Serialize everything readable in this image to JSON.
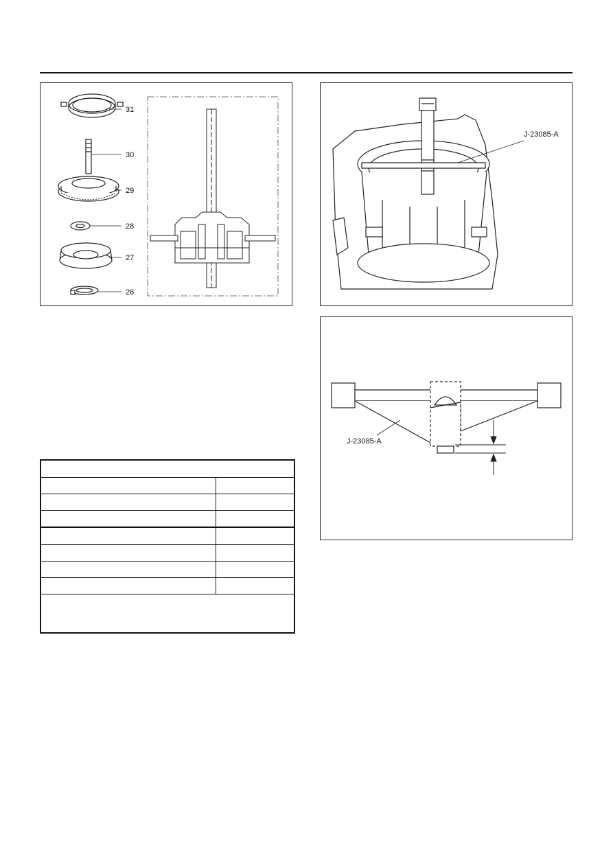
{
  "figure_left": {
    "callouts": [
      "31",
      "30",
      "29",
      "28",
      "27",
      "26"
    ]
  },
  "figure_right_top": {
    "tool_label": "J-23085-A"
  },
  "figure_right_bottom": {
    "tool_label": "J-23085-A"
  },
  "spec_table": {
    "rows": 7
  }
}
